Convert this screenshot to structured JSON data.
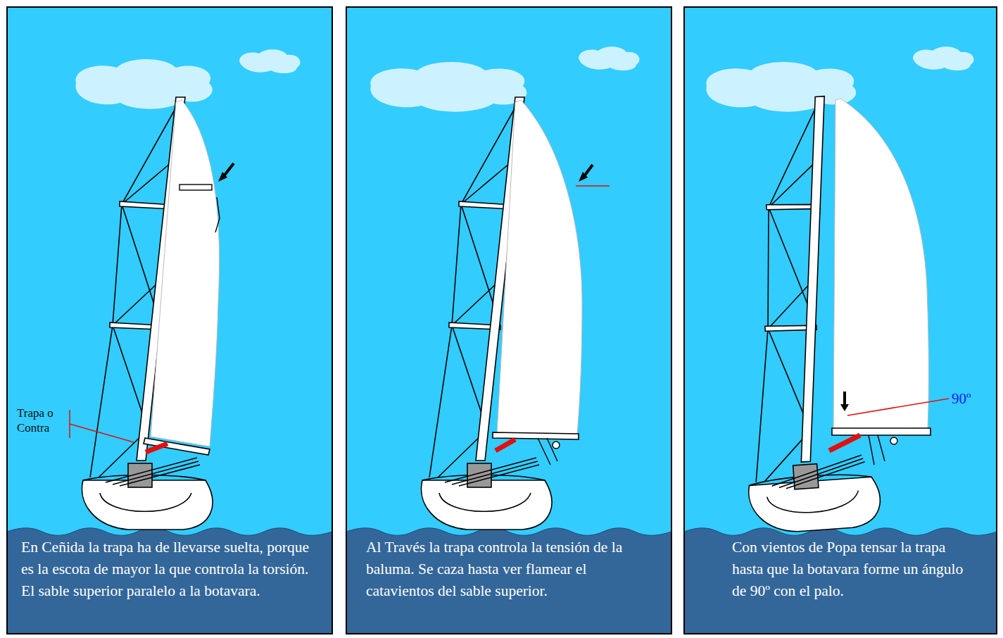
{
  "diagram": {
    "nodes": [
      {
        "text": [
          "En Ceñida la trapa ha de llevarse suelta, porque es la escota de mayor la que controla la torsión. El sable superior paralelo a la botavara."
        ]
      },
      {
        "text": [
          "Al Través la trapa controla la tensión de la baluma. Se caza hasta ver flamear el catavientos del sable superior."
        ]
      },
      {
        "text": [
          "Con vientos de Popa tensar la trapa hasta que la botavara forme un ángulo de 90º con el palo."
        ]
      }
    ],
    "labels": [
      "Trapa o Contra",
      "90º"
    ]
  }
}
